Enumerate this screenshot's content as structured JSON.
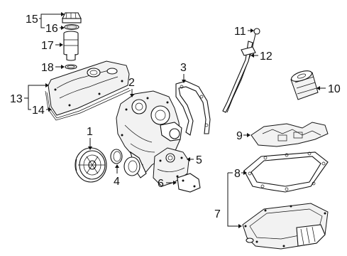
{
  "callouts": [
    {
      "id": "1",
      "text": "1"
    },
    {
      "id": "2",
      "text": "2"
    },
    {
      "id": "3",
      "text": "3"
    },
    {
      "id": "4",
      "text": "4"
    },
    {
      "id": "5",
      "text": "5"
    },
    {
      "id": "6",
      "text": "6"
    },
    {
      "id": "7",
      "text": "7"
    },
    {
      "id": "8",
      "text": "8"
    },
    {
      "id": "9",
      "text": "9"
    },
    {
      "id": "10",
      "text": "10"
    },
    {
      "id": "11",
      "text": "11"
    },
    {
      "id": "12",
      "text": "12"
    },
    {
      "id": "13",
      "text": "13"
    },
    {
      "id": "14",
      "text": "14"
    },
    {
      "id": "15",
      "text": "15"
    },
    {
      "id": "16",
      "text": "16"
    },
    {
      "id": "17",
      "text": "17"
    },
    {
      "id": "18",
      "text": "18"
    }
  ],
  "colors": {
    "ink": "#111111",
    "paper": "#ffffff"
  }
}
